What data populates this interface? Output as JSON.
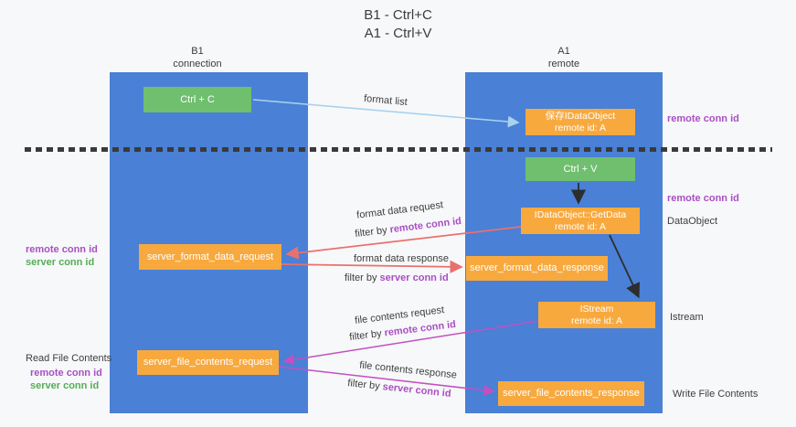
{
  "title": {
    "line1": "B1 - Ctrl+C",
    "line2": "A1 - Ctrl+V"
  },
  "lanes": {
    "left": {
      "name": "B1",
      "subtitle": "connection"
    },
    "right": {
      "name": "A1",
      "subtitle": "remote"
    }
  },
  "nodes": {
    "ctrl_c": {
      "label": "Ctrl + C"
    },
    "save_dataobject": {
      "line1": "保存IDataObject",
      "line2": "remote id: A"
    },
    "ctrl_v": {
      "label": "Ctrl + V"
    },
    "getdata": {
      "line1": "IDataObject::GetData",
      "line2": "remote id: A"
    },
    "istream": {
      "line1": "IStream",
      "line2": "remote id: A"
    },
    "server_format_data_request": {
      "label": "server_format_data_request"
    },
    "server_format_data_response": {
      "label": "server_format_data_response"
    },
    "server_file_contents_request": {
      "label": "server_file_contents_request"
    },
    "server_file_contents_response": {
      "label": "server_file_contents_response"
    }
  },
  "arrow_labels": {
    "format_list": "format list",
    "format_data_request": "format data request",
    "format_data_response": "format data response",
    "file_contents_request": "file contents request",
    "file_contents_response": "file contents response",
    "filter_by": "filter by ",
    "remote_conn_id": "remote conn id",
    "server_conn_id": "server conn id"
  },
  "side_labels": {
    "remote_conn_id": "remote conn id",
    "server_conn_id": "server conn id",
    "dataobject": "DataObject",
    "istream": "Istream",
    "read_file_contents": "Read File Contents",
    "write_file_contents": "Write File Contents"
  },
  "palette": {
    "background": "#f7f8f9",
    "lane_blue": "#4a80d5",
    "node_orange": "#f8a93e",
    "node_green": "#6fbf6f",
    "purple_text": "#a94fc4",
    "green_text": "#56ad56",
    "dark_text": "#3e3e3e",
    "arrow_blue": "#a8d2f0",
    "arrow_red": "#e8716f",
    "arrow_magenta": "#c250c2",
    "arrow_black": "#2d2d2d",
    "dash_color": "#3a3a3a"
  }
}
